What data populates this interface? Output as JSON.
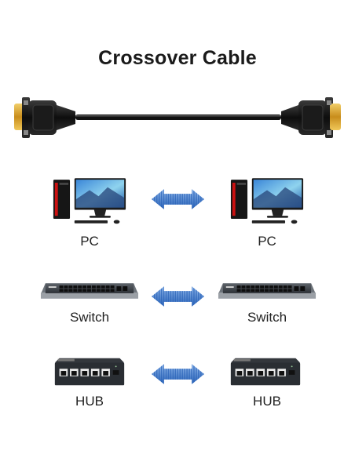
{
  "title": "Crossover Cable",
  "rows": [
    {
      "left_label": "PC",
      "right_label": "PC"
    },
    {
      "left_label": "Switch",
      "right_label": "Switch"
    },
    {
      "left_label": "HUB",
      "right_label": "HUB"
    }
  ],
  "colors": {
    "arrow_blue": "#2a63b8",
    "cable_black": "#111111",
    "connector_gold": "#d8a530"
  },
  "icons": [
    "db9-connector-icon",
    "cable-icon",
    "desktop-pc-icon",
    "network-switch-icon",
    "network-hub-icon",
    "double-arrow-icon"
  ]
}
